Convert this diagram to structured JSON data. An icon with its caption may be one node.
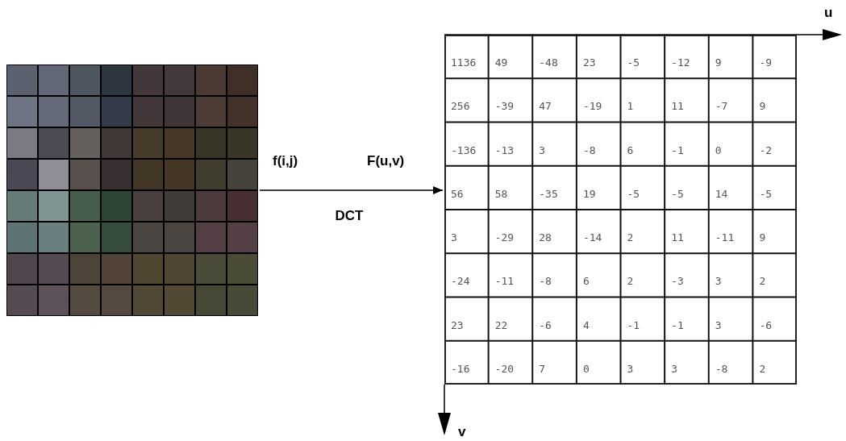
{
  "diagram": {
    "nodes": [
      {
        "text": [],
        "shape": "picture"
      },
      {
        "text": [],
        "shape": "table"
      }
    ],
    "edges": [
      {
        "from": 0,
        "to": 1,
        "arrow": "to",
        "label": "DCT"
      }
    ],
    "labels": [
      "f(i,j)",
      "F(u,v)",
      "u",
      "v",
      "1136",
      "49",
      "-48",
      "23",
      "-5",
      "-12",
      "9",
      "-9",
      "256",
      "-39",
      "47",
      "-19",
      "1",
      "11",
      "-7",
      "9",
      "-136",
      "-13",
      "3",
      "-8",
      "6",
      "-1",
      "0",
      "-2",
      "56",
      "58",
      "-35",
      "19",
      "-5",
      "-5",
      "14",
      "-5",
      "3",
      "-29",
      "28",
      "-14",
      "2",
      "11",
      "-11",
      "9",
      "-24",
      "-11",
      "-8",
      "6",
      "2",
      "-3",
      "3",
      "2",
      "23",
      "22",
      "-6",
      "4",
      "-1",
      "-1",
      "3",
      "-6",
      "-16",
      "-20",
      "7",
      "0",
      "3",
      "3",
      "-8",
      "2"
    ]
  }
}
